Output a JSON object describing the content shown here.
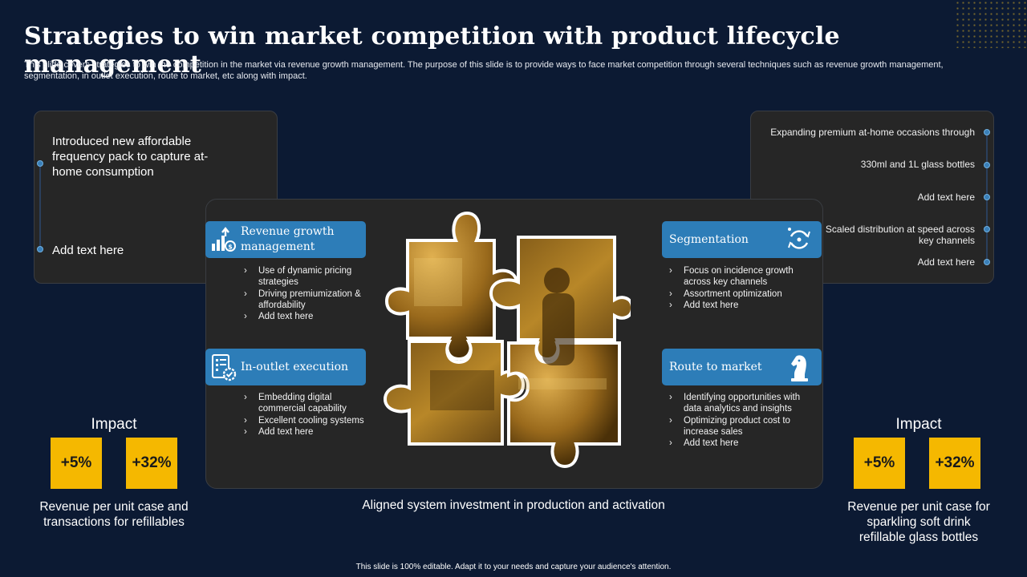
{
  "title": "Strategies to win market competition with product lifecycle management",
  "subtitle": "This slide covers strategies to win the competition in the market via revenue growth management. The purpose of this slide is to provide ways to face market competition through several techniques such as revenue growth management, segmentation, in outlet execution, route to market, etc along with impact.",
  "left_card": {
    "main_text": "Introduced new affordable frequency pack to capture at-home consumption",
    "add_text": "Add text here"
  },
  "right_card": {
    "items": [
      "Expanding premium at-home occasions through",
      "330ml and 1L glass bottles",
      "Add text here",
      "Scaled distribution at speed across key channels",
      "Add text here"
    ]
  },
  "quadrants": {
    "revenue": {
      "label": "Revenue growth management",
      "icon": "revenue-growth-icon",
      "bullets": [
        "Use of dynamic pricing strategies",
        "Driving premiumization & affordability",
        "Add text here"
      ]
    },
    "segmentation": {
      "label": "Segmentation",
      "icon": "cycle-arrows-icon",
      "bullets": [
        "Focus on incidence growth across key channels",
        "Assortment optimization",
        "Add text here"
      ]
    },
    "outlet": {
      "label": "In-outlet execution",
      "icon": "checklist-gear-icon",
      "bullets": [
        "Embedding digital commercial capability",
        "Excellent cooling systems",
        "Add text here"
      ]
    },
    "route": {
      "label": "Route to market",
      "icon": "chess-knight-icon",
      "bullets": [
        "Identifying opportunities with data analytics and insights",
        "Optimizing product cost to increase sales",
        "Add text here"
      ]
    }
  },
  "impact_left": {
    "title": "Impact",
    "value1": "+5%",
    "value2": "+32%",
    "description": "Revenue per unit case and transactions for refillables"
  },
  "impact_right": {
    "title": "Impact",
    "value1": "+5%",
    "value2": "+32%",
    "description": "Revenue per unit case for sparkling soft drink refillable glass bottles"
  },
  "aligned_text": "Aligned system investment in production and activation",
  "footer": "This slide is 100% editable. Adapt it to your needs and capture your audience's attention.",
  "colors": {
    "background": "#0c1a33",
    "panel": "#262626",
    "accent_blue": "#2d7db8",
    "impact_yellow": "#f5b800"
  }
}
